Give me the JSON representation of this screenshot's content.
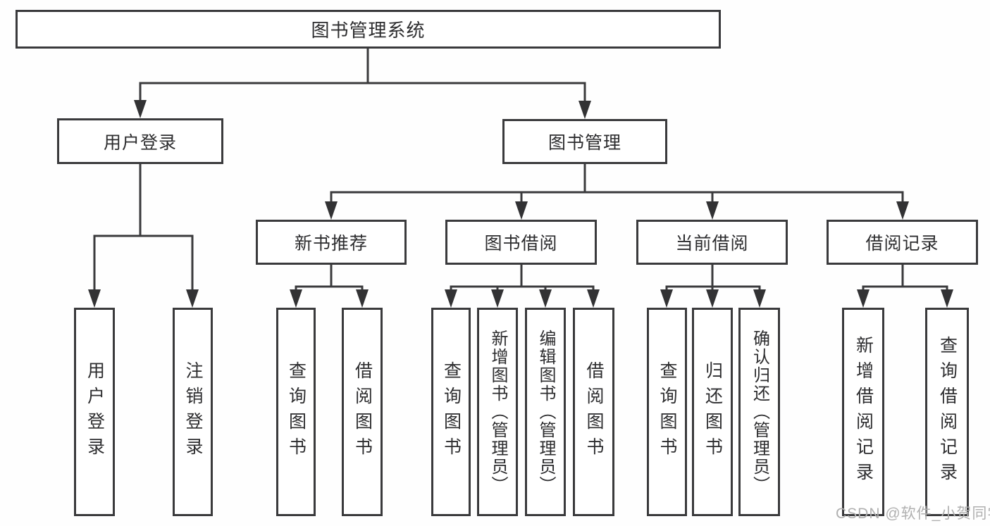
{
  "diagram": {
    "root": "图书管理系统",
    "level2": [
      "用户登录",
      "图书管理"
    ],
    "level3": [
      "新书推荐",
      "图书借阅",
      "当前借阅",
      "借阅记录"
    ],
    "leaves": {
      "user_login": [
        "用户登录",
        "注销登录"
      ],
      "new_book_recommend": [
        "查询图书",
        "借阅图书"
      ],
      "book_borrow": [
        "查询图书",
        "新增图书（管理员）",
        "编辑图书（管理员）",
        "借阅图书"
      ],
      "current_borrow": [
        "查询图书",
        "归还图书",
        "确认归还（管理员）"
      ],
      "borrow_record": [
        "新增借阅记录",
        "查询借阅记录"
      ]
    },
    "watermark": "CSDN @软件_小贺同学",
    "colors": {
      "line": "#3a3a3c",
      "arrow_fill": "#323234",
      "text": "#2d2d2f",
      "watermark": "#b0b0b0"
    }
  }
}
